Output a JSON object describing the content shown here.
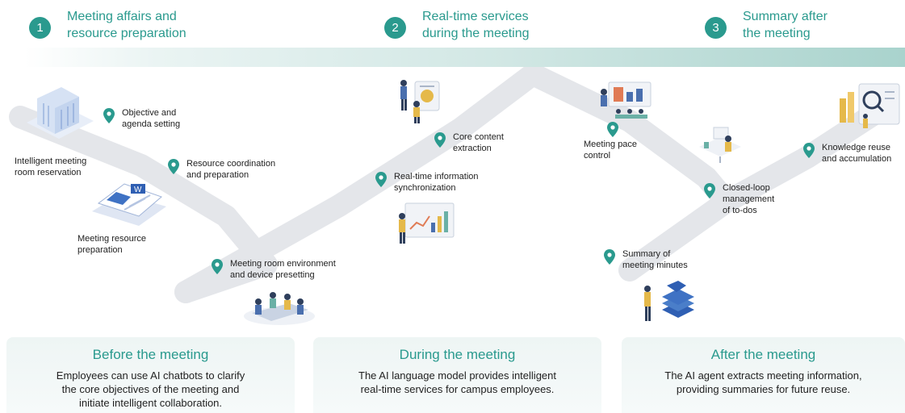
{
  "colors": {
    "accent": "#2a9a8e",
    "path": "#e6e8eb"
  },
  "stages": [
    {
      "number": "1",
      "title": "Meeting affairs and\nresource preparation"
    },
    {
      "number": "2",
      "title": "Real-time services\nduring the meeting"
    },
    {
      "number": "3",
      "title": "Summary after\nthe meeting"
    }
  ],
  "steps": {
    "objective": "Objective and\nagenda setting",
    "intelligent_room": "Intelligent meeting\nroom reservation",
    "resource_coordination": "Resource coordination\nand preparation",
    "resource_preparation": "Meeting resource\npreparation",
    "room_environment": "Meeting room environment\nand device presetting",
    "core_content": "Core content\nextraction",
    "realtime_sync": "Real-time information\nsynchronization",
    "pace_control": "Meeting pace\ncontrol",
    "closed_loop": "Closed-loop\nmanagement\nof to-dos",
    "summary_minutes": "Summary of\nmeeting minutes",
    "knowledge_reuse": "Knowledge reuse\nand accumulation"
  },
  "cards": [
    {
      "title": "Before the meeting",
      "body": "Employees can use AI chatbots to clarify\nthe core objectives of the meeting and\ninitiate intelligent collaboration."
    },
    {
      "title": "During the meeting",
      "body": "The AI language model provides intelligent\nreal-time services for campus employees."
    },
    {
      "title": "After the meeting",
      "body": "The AI agent extracts meeting information,\nproviding summaries for future reuse."
    }
  ],
  "icons": {
    "pin": "location-pin-icon",
    "room_reservation": "building-icon",
    "resource_doc": "document-icon",
    "meeting_room": "meeting-table-icon",
    "presentation": "presenter-icon",
    "dashboard": "chart-board-icon",
    "pace": "conference-screen-icon",
    "todo": "desk-worker-icon",
    "minutes": "document-stack-icon",
    "knowledge": "search-analytics-icon"
  }
}
